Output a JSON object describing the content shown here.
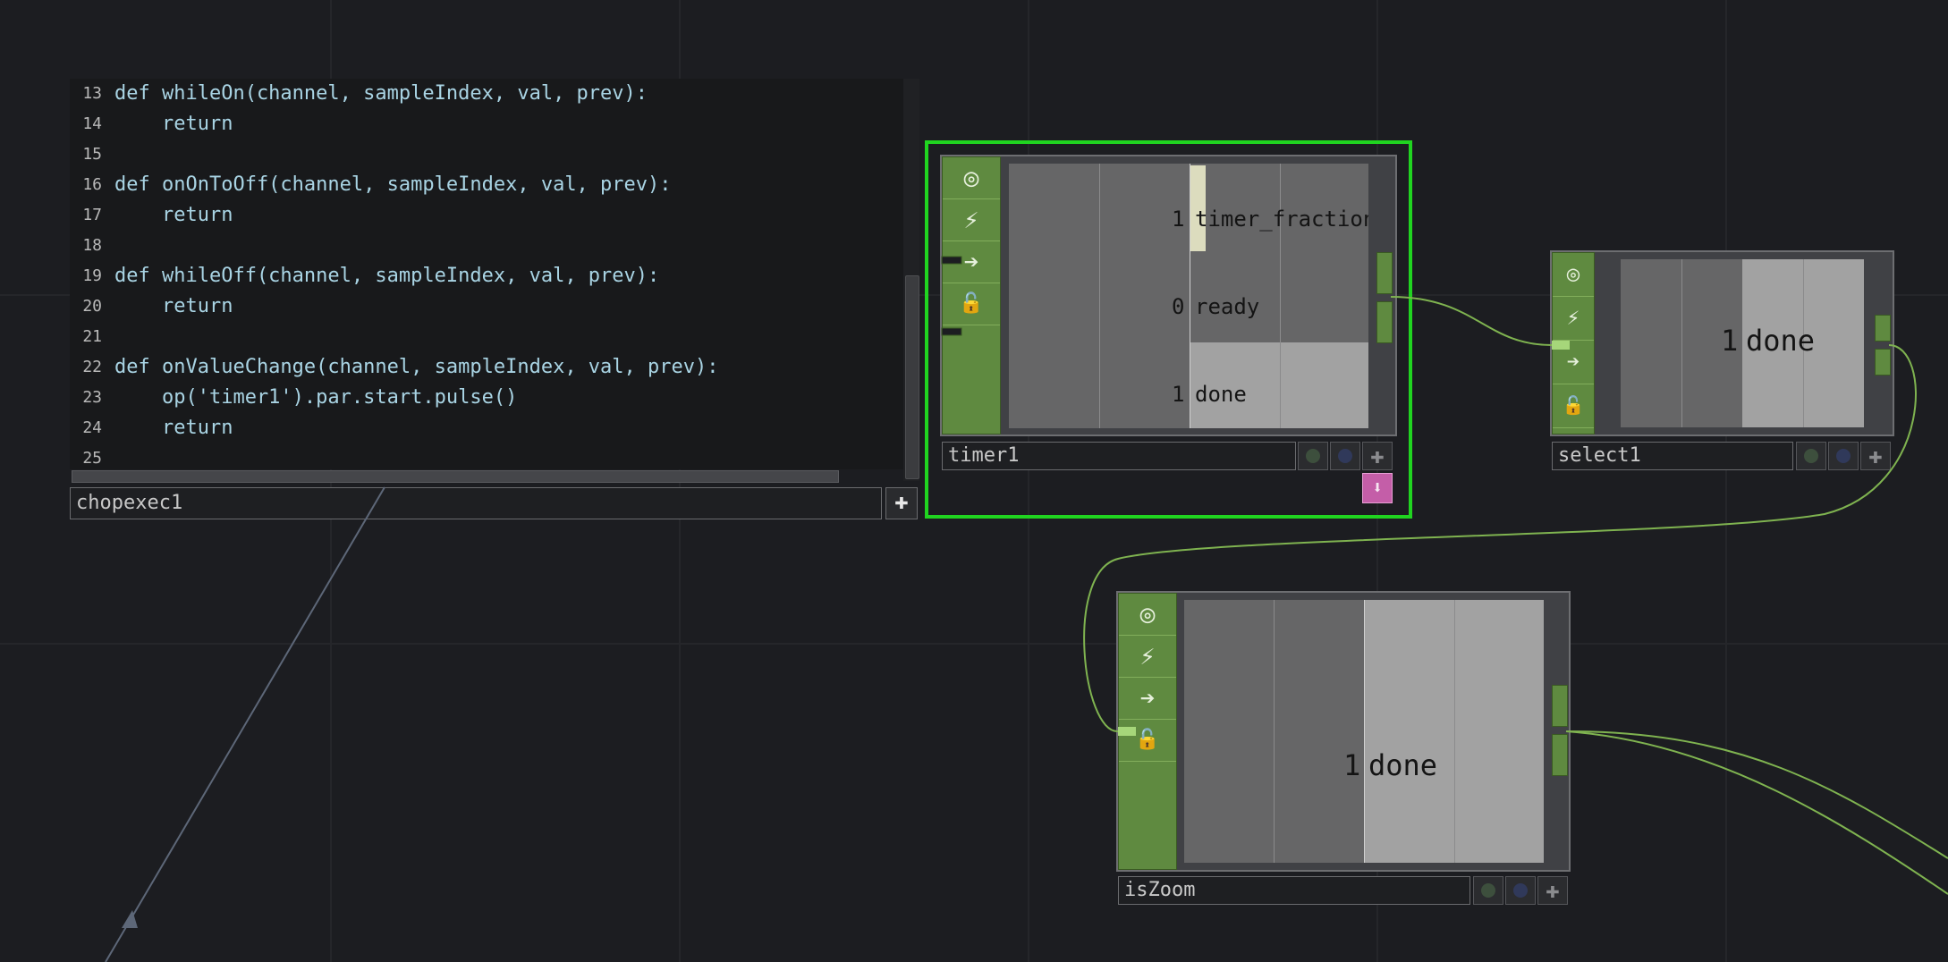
{
  "code_editor": {
    "lines": [
      {
        "num": "13",
        "text": "def whileOn(channel, sampleIndex, val, prev):"
      },
      {
        "num": "14",
        "text": "    return"
      },
      {
        "num": "15",
        "text": ""
      },
      {
        "num": "16",
        "text": "def onOnToOff(channel, sampleIndex, val, prev):"
      },
      {
        "num": "17",
        "text": "    return"
      },
      {
        "num": "18",
        "text": ""
      },
      {
        "num": "19",
        "text": "def whileOff(channel, sampleIndex, val, prev):"
      },
      {
        "num": "20",
        "text": "    return"
      },
      {
        "num": "21",
        "text": ""
      },
      {
        "num": "22",
        "text": "def onValueChange(channel, sampleIndex, val, prev):"
      },
      {
        "num": "23",
        "text": "    op('timer1').par.start.pulse()"
      },
      {
        "num": "24",
        "text": "    return"
      },
      {
        "num": "25",
        "text": ""
      }
    ],
    "node_name": "chopexec1"
  },
  "nodes": {
    "timer1": {
      "name": "timer1",
      "channels": [
        {
          "value": "1",
          "name": "timer_fraction"
        },
        {
          "value": "0",
          "name": "ready"
        },
        {
          "value": "1",
          "name": "done"
        }
      ]
    },
    "select1": {
      "name": "select1",
      "channel": {
        "value": "1",
        "name": "done"
      }
    },
    "isZoom": {
      "name": "isZoom",
      "channel": {
        "value": "1",
        "name": "done"
      }
    }
  },
  "icons": {
    "viewer": "◎",
    "bypass": "⚡",
    "export": "➔",
    "lock": "🔓",
    "plus": "✚",
    "download": "⬇"
  },
  "colors": {
    "background": "#1c1d21",
    "chop_green": "#5f8a40",
    "selection": "#20d420",
    "wire": "#7fb350"
  }
}
